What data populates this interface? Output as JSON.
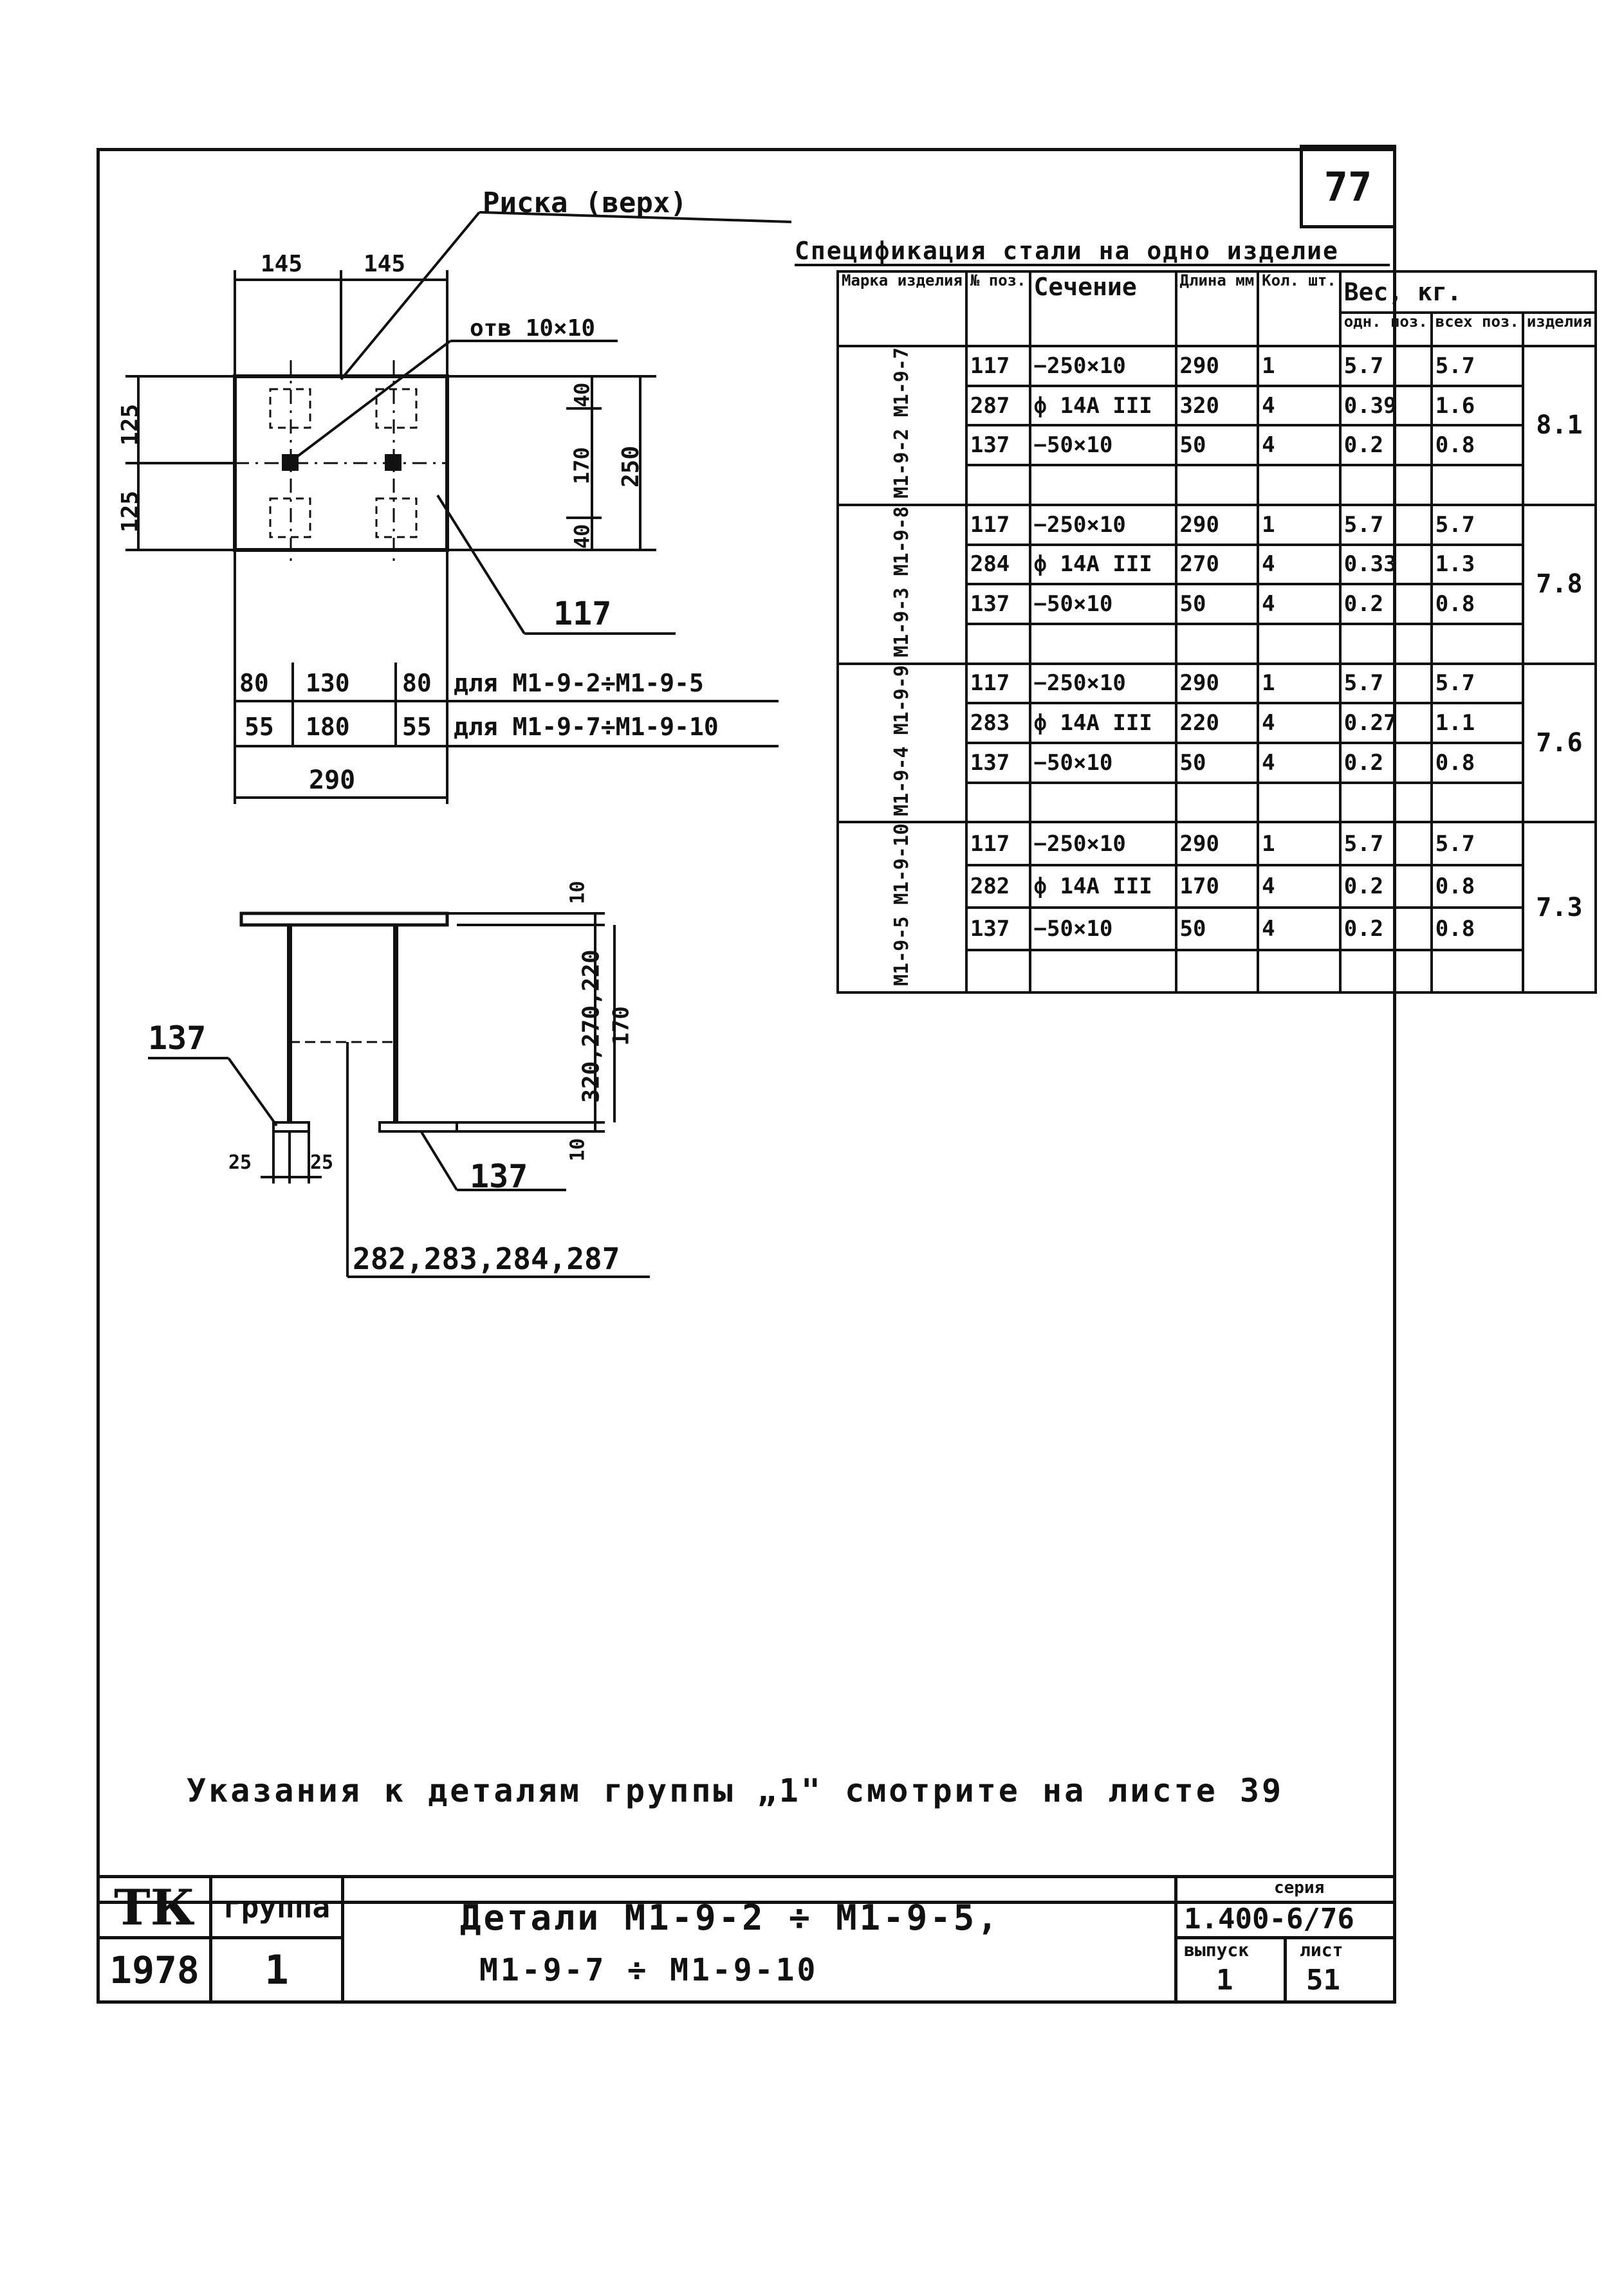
{
  "sheet_number": "77",
  "plan_view": {
    "mark_label": "Риска (верх)",
    "hole_label": "отв 10×10",
    "top_dims": [
      "145",
      "145"
    ],
    "left_dims": [
      "125",
      "125"
    ],
    "right_dims": [
      "40",
      "170",
      "40"
    ],
    "right_total": "250",
    "plate_pos": "117",
    "bottom_row1": [
      "80",
      "130",
      "80"
    ],
    "bottom_row1_note": "для М1-9-2÷М1-9-5",
    "bottom_row2": [
      "55",
      "180",
      "55"
    ],
    "bottom_row2_note": "для М1-9-7÷М1-9-10",
    "bottom_total": "290"
  },
  "side_view": {
    "right_dims": [
      "10",
      "320,270,220",
      "170",
      "10"
    ],
    "left_pos": "137",
    "bottom_pos": "137",
    "small_dims": [
      "25",
      "25"
    ],
    "bar_positions": "282,283,284,287"
  },
  "spec": {
    "title": "Спецификация стали на одно изделие",
    "headers": {
      "mark": "Марка изделия",
      "pos": "№ поз.",
      "section": "Сечение",
      "length": "Длина мм",
      "qty": "Кол. шт.",
      "weight": "Вес, кг.",
      "w_one": "одн. поз.",
      "w_all": "всех поз.",
      "w_item": "изделия"
    },
    "groups": [
      {
        "mark": "М1-9-2 М1-9-7",
        "total": "8.1",
        "rows": [
          {
            "pos": "117",
            "section": "−250×10",
            "len": "290",
            "qty": "1",
            "w1": "5.7",
            "wa": "5.7"
          },
          {
            "pos": "287",
            "section": "ф 14А III",
            "len": "320",
            "qty": "4",
            "w1": "0.39",
            "wa": "1.6"
          },
          {
            "pos": "137",
            "section": "−50×10",
            "len": "50",
            "qty": "4",
            "w1": "0.2",
            "wa": "0.8"
          }
        ]
      },
      {
        "mark": "М1-9-3 М1-9-8",
        "total": "7.8",
        "rows": [
          {
            "pos": "117",
            "section": "−250×10",
            "len": "290",
            "qty": "1",
            "w1": "5.7",
            "wa": "5.7"
          },
          {
            "pos": "284",
            "section": "ф 14А III",
            "len": "270",
            "qty": "4",
            "w1": "0.33",
            "wa": "1.3"
          },
          {
            "pos": "137",
            "section": "−50×10",
            "len": "50",
            "qty": "4",
            "w1": "0.2",
            "wa": "0.8"
          }
        ]
      },
      {
        "mark": "М1-9-4 М1-9-9",
        "total": "7.6",
        "rows": [
          {
            "pos": "117",
            "section": "−250×10",
            "len": "290",
            "qty": "1",
            "w1": "5.7",
            "wa": "5.7"
          },
          {
            "pos": "283",
            "section": "ф 14А III",
            "len": "220",
            "qty": "4",
            "w1": "0.27",
            "wa": "1.1"
          },
          {
            "pos": "137",
            "section": "−50×10",
            "len": "50",
            "qty": "4",
            "w1": "0.2",
            "wa": "0.8"
          }
        ]
      },
      {
        "mark": "М1-9-5 М1-9-10",
        "total": "7.3",
        "rows": [
          {
            "pos": "117",
            "section": "−250×10",
            "len": "290",
            "qty": "1",
            "w1": "5.7",
            "wa": "5.7"
          },
          {
            "pos": "282",
            "section": "ф 14А III",
            "len": "170",
            "qty": "4",
            "w1": "0.2",
            "wa": "0.8"
          },
          {
            "pos": "137",
            "section": "−50×10",
            "len": "50",
            "qty": "4",
            "w1": "0.2",
            "wa": "0.8"
          }
        ]
      }
    ]
  },
  "note": "Указания к деталям группы „1\" смотрите на листе 39",
  "title_block": {
    "org": "ТК",
    "year": "1978",
    "group_label": "группа",
    "group_value": "1",
    "title_line1": "Детали М1-9-2 ÷ М1-9-5,",
    "title_line2": "М1-9-7 ÷ М1-9-10",
    "series_label": "серия",
    "series_value": "1.400-6/76",
    "issue_label": "выпуск",
    "issue_value": "1",
    "sheet_label": "лист",
    "sheet_value": "51"
  }
}
